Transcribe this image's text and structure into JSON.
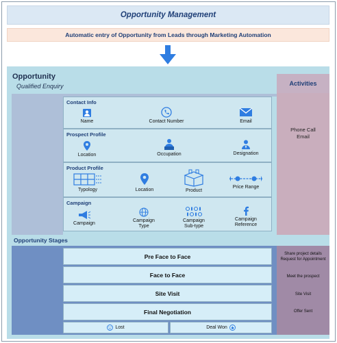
{
  "header": {
    "title": "Opportunity Management",
    "subtitle": "Automatic entry of Opportunity from Leads through Marketing Automation"
  },
  "opportunity": {
    "title": "Opportunity",
    "subtitle": "Qualified Enquiry"
  },
  "activities": {
    "title": "Activities",
    "line1": "Phone Call",
    "line2": "Email"
  },
  "sections": {
    "contact": {
      "label": "Contact Info",
      "items": [
        "Name",
        "Contact Number",
        "Email"
      ]
    },
    "prospect": {
      "label": "Prospect Profile",
      "items": [
        "Location",
        "Occupation",
        "Designation"
      ]
    },
    "product": {
      "label": "Product Profile",
      "items": [
        "Typology",
        "Location",
        "Product",
        "Price Range"
      ]
    },
    "campaign": {
      "label": "Campaign",
      "items": [
        "Campaign",
        "Campaign Type",
        "Campaign Sub-type",
        "Campaign Reference"
      ]
    }
  },
  "stages": {
    "label": "Opportunity Stages",
    "list": [
      {
        "name": "Pre Face to Face",
        "note1": "Share project details",
        "note2": "Request for Appointment"
      },
      {
        "name": "Face to Face",
        "note1": "Meet the prospect",
        "note2": ""
      },
      {
        "name": "Site Visit",
        "note1": "Site Visit",
        "note2": ""
      },
      {
        "name": "Final Negotiation",
        "note1": "Offer Sent",
        "note2": ""
      }
    ],
    "lost": "Lost",
    "won": "Deal Won"
  },
  "colors": {
    "accent": "#2f7de1",
    "title_text": "#1f3f77"
  }
}
